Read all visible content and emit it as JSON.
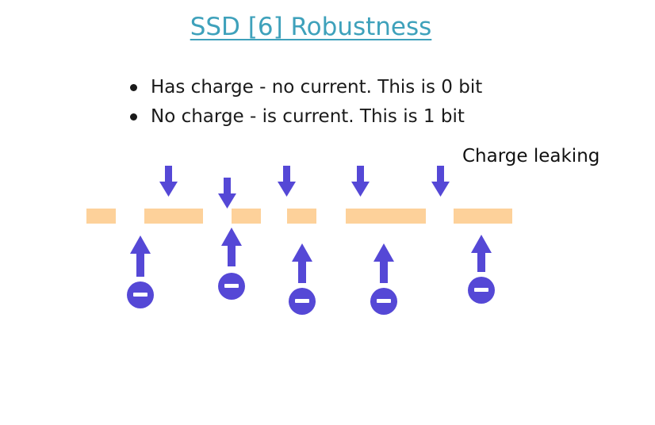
{
  "slide": {
    "title": "SSD [6] Robustness",
    "bullets": [
      "Has charge - no current. This is 0 bit",
      "No charge - is current. This is 1 bit"
    ],
    "annotation": "Charge leaking"
  },
  "colors": {
    "title": "#3ea1bb",
    "cell": "#fdd19a",
    "arrow": "#5548d6",
    "electron": "#5548d6",
    "electron_sign": "#ffffff"
  },
  "icons": {
    "leak_arrow": "arrow-down-icon",
    "current_arrow": "arrow-up-icon",
    "electron": "electron-minus-icon"
  }
}
